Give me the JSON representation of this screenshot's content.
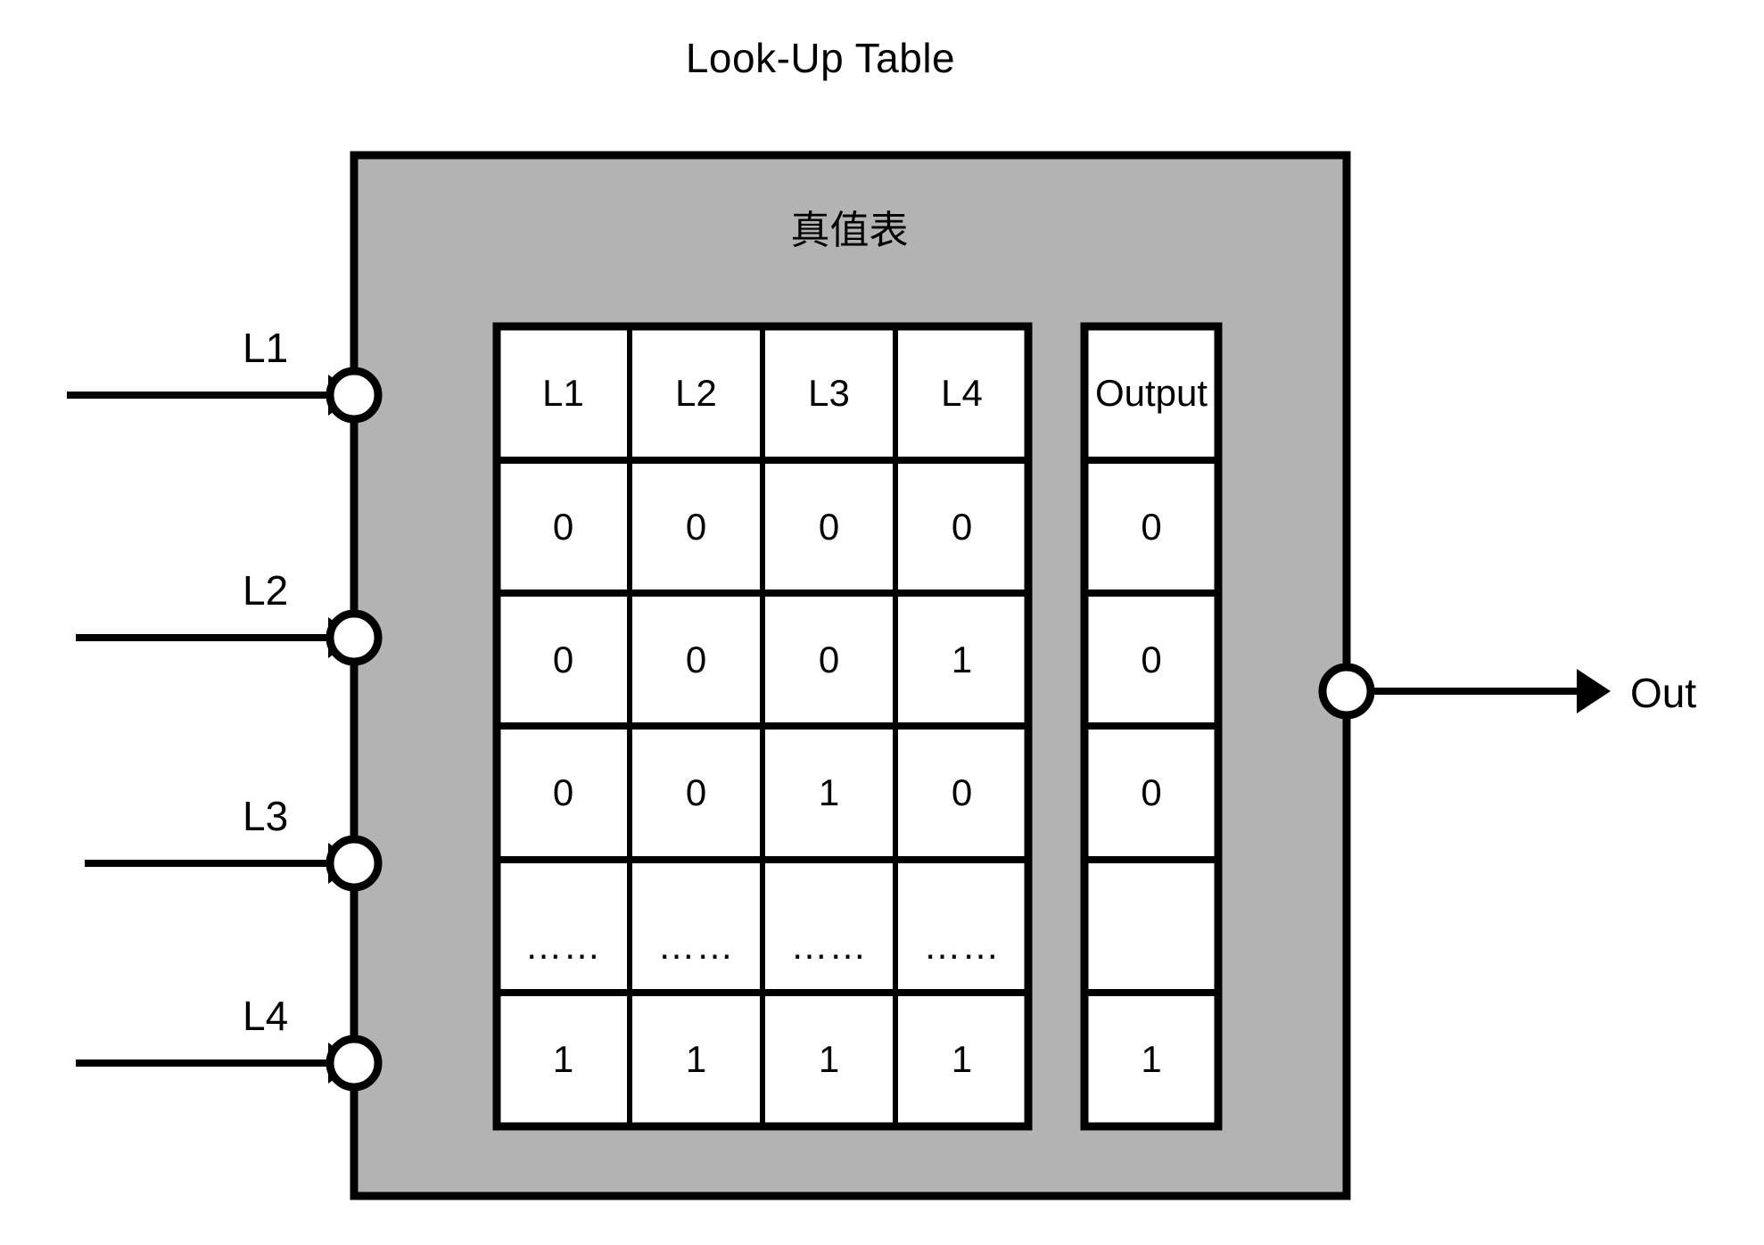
{
  "title": "Look-Up Table",
  "block": {
    "inner_label": "真值表",
    "fill_color": "#b3b3b3",
    "stroke_color": "#000000"
  },
  "inputs": [
    {
      "label": "L1",
      "port_name": "input-port-l1"
    },
    {
      "label": "L2",
      "port_name": "input-port-l2"
    },
    {
      "label": "L3",
      "port_name": "input-port-l3"
    },
    {
      "label": "L4",
      "port_name": "input-port-l4"
    }
  ],
  "output": {
    "label": "Out",
    "port_name": "output-port-out"
  },
  "chart_data": {
    "type": "table",
    "title": "真值表",
    "input_headers": [
      "L1",
      "L2",
      "L3",
      "L4"
    ],
    "output_header": "Output",
    "rows": [
      {
        "inputs": [
          "0",
          "0",
          "0",
          "0"
        ],
        "output": "0"
      },
      {
        "inputs": [
          "0",
          "0",
          "0",
          "1"
        ],
        "output": "0"
      },
      {
        "inputs": [
          "0",
          "0",
          "1",
          "0"
        ],
        "output": "0"
      },
      {
        "inputs": [
          "……",
          "……",
          "……",
          "……"
        ],
        "output": ""
      },
      {
        "inputs": [
          "1",
          "1",
          "1",
          "1"
        ],
        "output": "1"
      }
    ]
  }
}
